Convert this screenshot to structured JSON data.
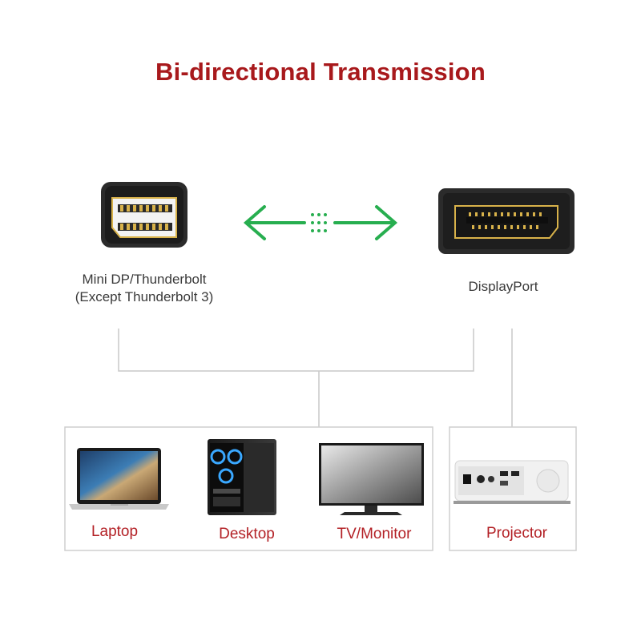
{
  "title": "Bi-directional Transmission",
  "connectors": {
    "left": {
      "label_line1": "Mini DP/Thunderbolt",
      "label_line2": "(Except Thunderbolt 3)"
    },
    "right": {
      "label": "DisplayPort"
    }
  },
  "devices": [
    {
      "label": "Laptop"
    },
    {
      "label": "Desktop"
    },
    {
      "label": "TV/Monitor"
    },
    {
      "label": "Projector"
    }
  ],
  "colors": {
    "title": "#a8191c",
    "device_label": "#b32126",
    "arrow": "#27ae4f",
    "connector_body": "#2b2b2b",
    "connector_gold": "#d8b24a",
    "line": "#c8c8c8"
  },
  "icons": {
    "arrow": "bidirectional-arrow-icon",
    "mini_dp": "mini-displayport-connector-icon",
    "dp": "displayport-connector-icon",
    "laptop": "laptop-icon",
    "desktop": "desktop-tower-icon",
    "monitor": "monitor-icon",
    "projector": "projector-icon"
  }
}
